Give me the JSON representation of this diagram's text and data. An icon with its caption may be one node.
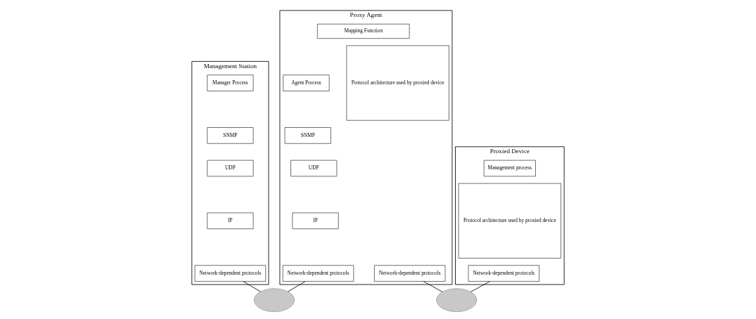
{
  "diagram": {
    "nodes": [
      {
        "text": [
          "Management Station"
        ]
      },
      {
        "text": [
          "Manager Process"
        ],
        "in": 0
      },
      {
        "text": [
          "SNMP"
        ],
        "in": 0
      },
      {
        "text": [
          "UDP"
        ],
        "in": 0
      },
      {
        "text": [
          "IP"
        ],
        "in": 0
      },
      {
        "text": [
          "Network-dependent protocols"
        ],
        "in": 0
      },
      {
        "text": [],
        "shape": "cloud"
      },
      {
        "text": [
          "Proxy Agent"
        ]
      },
      {
        "text": [
          "Mapping Function"
        ],
        "in": 7
      },
      {
        "text": [
          "Agent Process"
        ],
        "in": 7
      },
      {
        "text": [
          "SNMP"
        ],
        "in": 7
      },
      {
        "text": [
          "UDP"
        ],
        "in": 7
      },
      {
        "text": [
          "IP"
        ],
        "in": 7
      },
      {
        "text": [
          "Network-dependent protocols"
        ],
        "in": 7
      },
      {
        "text": [
          "Protocol architecture used by proxied device"
        ],
        "in": 7
      },
      {
        "text": [
          "Network-dependent protocols"
        ],
        "in": 7
      },
      {
        "text": [],
        "shape": "cloud"
      },
      {
        "text": [
          "Proxied Device"
        ]
      },
      {
        "text": [
          "Management process"
        ],
        "in": 17
      },
      {
        "text": [
          "Protocol architecture used by proxied device"
        ],
        "in": 17
      },
      {
        "text": [
          "Network-dependent protocols"
        ],
        "in": 17
      }
    ],
    "edges": [
      {
        "from": 5,
        "to": 6,
        "arrow": "none"
      },
      {
        "from": 13,
        "to": 6,
        "arrow": "none"
      },
      {
        "from": 15,
        "to": 16,
        "arrow": "none"
      },
      {
        "from": 20,
        "to": 16,
        "arrow": "none"
      }
    ]
  }
}
